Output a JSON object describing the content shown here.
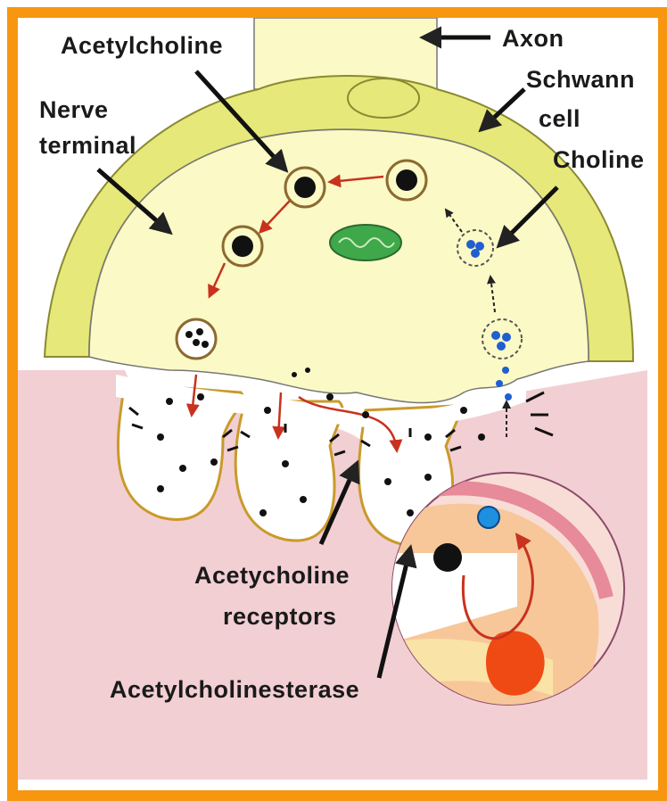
{
  "labels": {
    "acetylcholine": "Acetylcholine",
    "axon": "Axon",
    "schwann_1": "Schwann",
    "schwann_2": "cell",
    "nerve_1": "Nerve",
    "nerve_2": "terminal",
    "choline": "Choline",
    "receptors_1": "Acetycholine",
    "receptors_2": "receptors",
    "esterase": "Acetylcholinesterase"
  },
  "colors": {
    "frame": "#f7960f",
    "schwann_cell": "#e6e87a",
    "nerve_terminal": "#fbf9c6",
    "muscle": "#f2cfd3",
    "acetylcholine": "#111111",
    "choline": "#1f5fd0",
    "enzyme": "#f04a14",
    "pathway_arrow": "#c8321e",
    "mitochondrion": "#3fa84a"
  },
  "icons": {
    "vesicle": "vesicle-icon",
    "mitochondrion": "mitochondrion-icon",
    "enzyme": "enzyme-icon"
  }
}
